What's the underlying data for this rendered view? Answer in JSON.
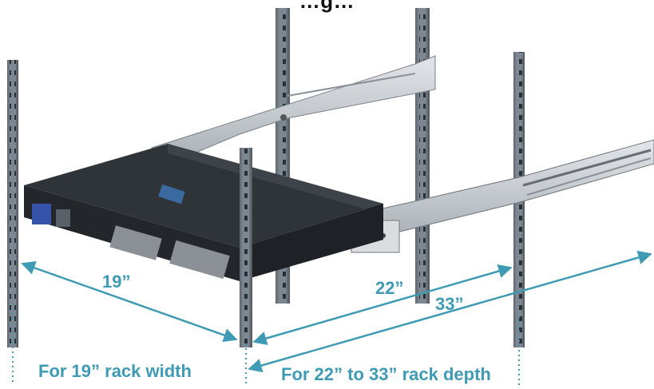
{
  "figure": {
    "title": "…g…",
    "dimensions": {
      "width_label": "19”",
      "depth_min_label": "22”",
      "depth_max_label": "33”"
    },
    "captions": {
      "width": "For 19” rack width",
      "depth": "For 22” to 33” rack depth"
    },
    "colors": {
      "dimension": "#3f9bb3",
      "rail": "#7d8791",
      "rail_dark": "#3c434b",
      "chassis": "#2a2e33",
      "slide": "#c9cdd1",
      "label_yellow": "#f1e34a"
    },
    "icons": [
      "rack-post-icon",
      "slide-rail-icon",
      "switch-chassis-icon",
      "power-supply-icon"
    ]
  }
}
